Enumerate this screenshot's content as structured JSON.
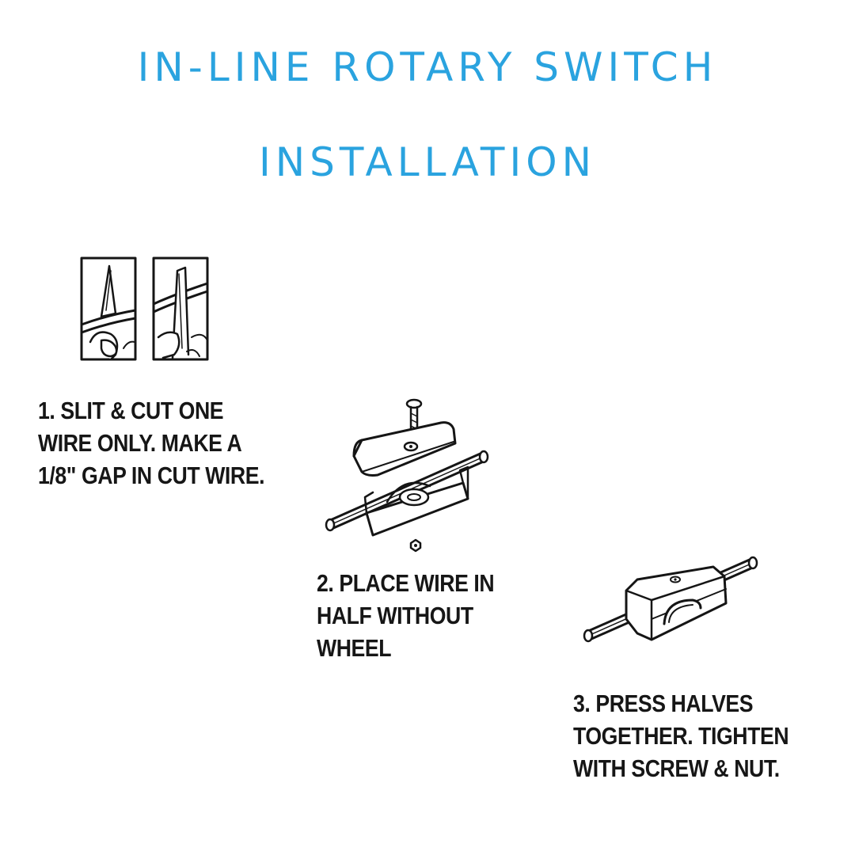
{
  "title": {
    "line1": "IN-LINE ROTARY SWITCH",
    "line2": "INSTALLATION"
  },
  "colors": {
    "title": "#2aa3df",
    "ink": "#161616",
    "background": "#ffffff"
  },
  "steps": [
    {
      "lines": [
        "1. SLIT & CUT ONE",
        "WIRE ONLY. MAKE A",
        "1/8\" GAP IN CUT WIRE."
      ],
      "illustration": "knife-slitting-wire-icon"
    },
    {
      "lines": [
        "2. PLACE WIRE IN",
        "HALF WITHOUT",
        "WHEEL"
      ],
      "illustration": "open-switch-housing-icon"
    },
    {
      "lines": [
        "3. PRESS HALVES",
        "TOGETHER. TIGHTEN",
        "WITH SCREW & NUT."
      ],
      "illustration": "assembled-switch-icon"
    }
  ]
}
